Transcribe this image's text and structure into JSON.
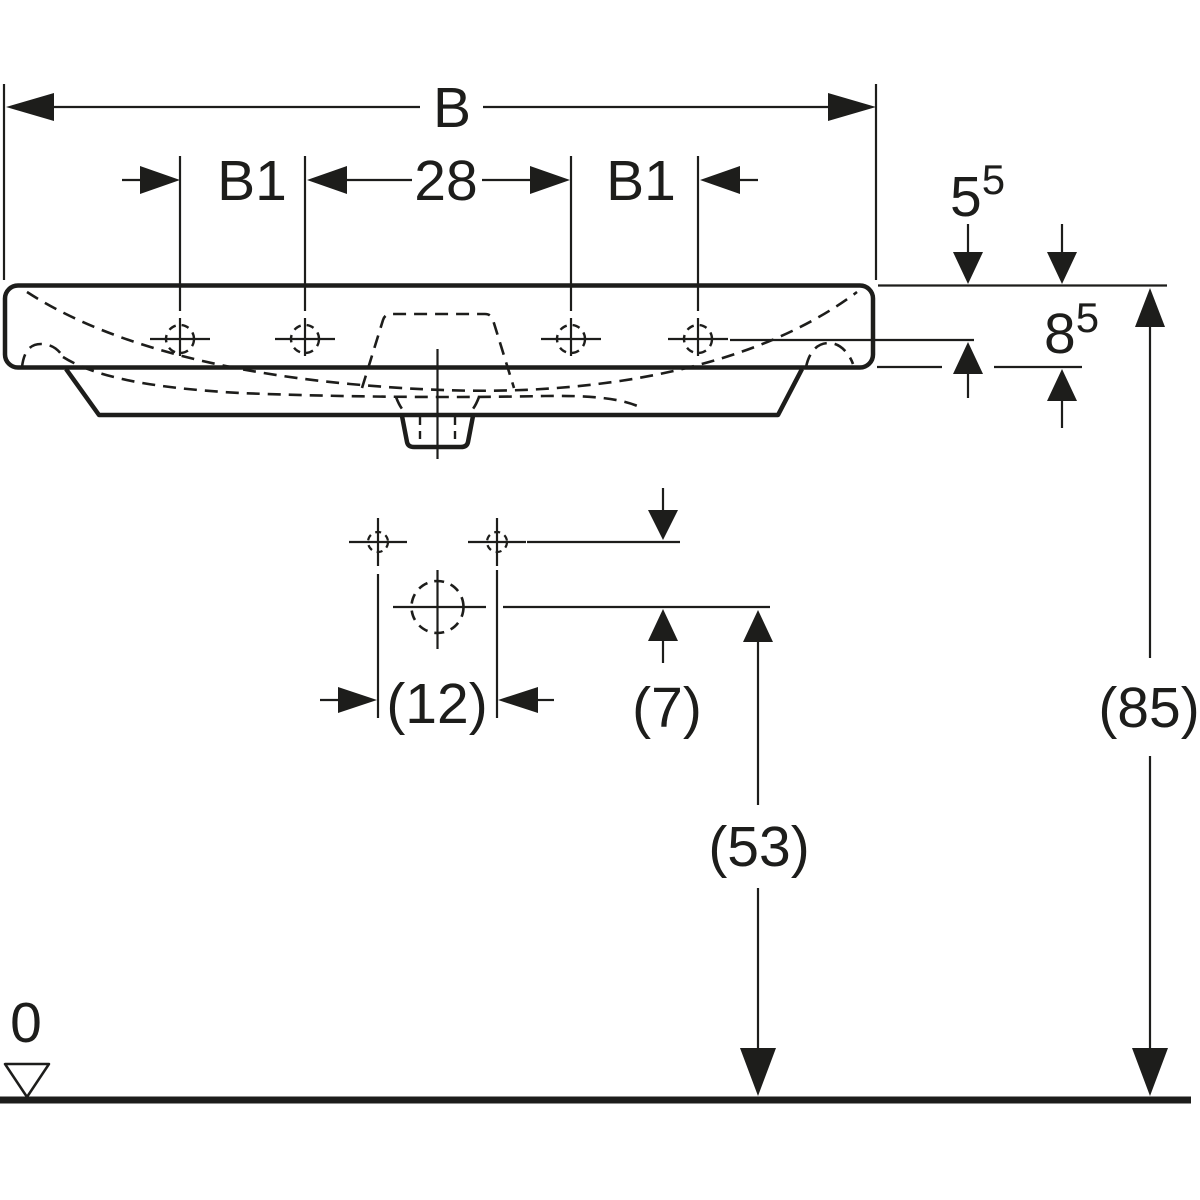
{
  "drawing": {
    "type": "washbasin-elevation-dimension-drawing",
    "labels": {
      "overall_width": "B",
      "left_taphole_offset": "B1",
      "taphole_spacing": "28",
      "right_taphole_offset": "B1",
      "top_to_taphole_base": "5",
      "top_to_taphole_sup": "5",
      "top_to_rim_bottom_base": "8",
      "top_to_rim_bottom_sup": "5",
      "twin_taphole_spacing": "(12)",
      "taphole_to_drain": "(7)",
      "drain_height": "(53)",
      "rim_top_height": "(85)",
      "datum_zero": "0"
    },
    "colors": {
      "ink": "#1d1d1b",
      "paper": "#ffffff"
    }
  }
}
